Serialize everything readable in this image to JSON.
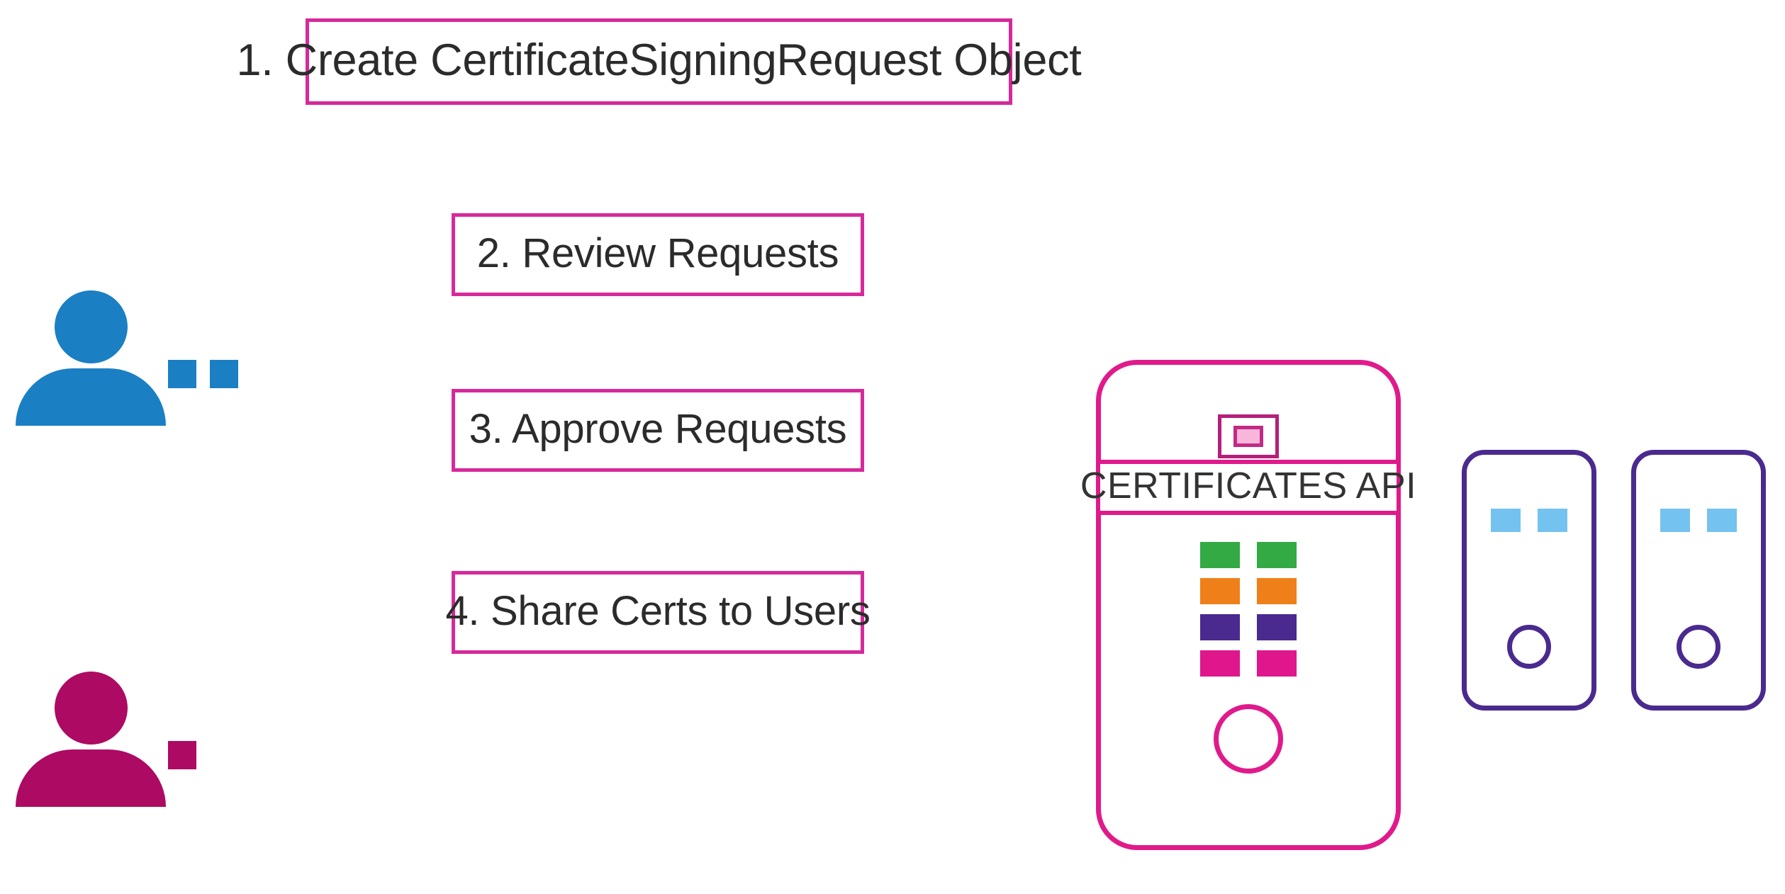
{
  "diagram": {
    "title": "Kubernetes CertificateSigningRequest workflow",
    "background": "#ffffff"
  },
  "colors": {
    "accent_pink": "#d6299a",
    "device_pink": "#e01a8b",
    "admin_blue": "#1b7fc4",
    "user_magenta": "#ad0a63",
    "server_purple": "#4a2a8f",
    "server_light_blue": "#74c2ef",
    "tile_green": "#33aa44",
    "tile_orange": "#ef8019",
    "tile_purple": "#4a2a8f",
    "tile_magenta": "#e0168c",
    "text_dark": "#2b2b2b"
  },
  "steps": [
    {
      "id": "step-1",
      "label": "1. Create CertificateSigningRequest Object"
    },
    {
      "id": "step-2",
      "label": "2. Review Requests"
    },
    {
      "id": "step-3",
      "label": "3. Approve Requests"
    },
    {
      "id": "step-4",
      "label": "4. Share Certs to Users"
    }
  ],
  "actors": {
    "admin": {
      "icon": "person-icon",
      "color": "#1b7fc4",
      "dots": 2
    },
    "user": {
      "icon": "person-icon",
      "color": "#ad0a63",
      "dots": 1
    }
  },
  "device": {
    "icon": "mobile-device-icon",
    "top_icon": "camera-icon",
    "banner_label": "CERTIFICATES API",
    "home_button": "home-circle-icon",
    "tiles": [
      {
        "row": 1,
        "col": 1,
        "color": "#33aa44"
      },
      {
        "row": 1,
        "col": 2,
        "color": "#33aa44"
      },
      {
        "row": 2,
        "col": 1,
        "color": "#ef8019"
      },
      {
        "row": 2,
        "col": 2,
        "color": "#ef8019"
      },
      {
        "row": 3,
        "col": 1,
        "color": "#4a2a8f"
      },
      {
        "row": 3,
        "col": 2,
        "color": "#4a2a8f"
      },
      {
        "row": 4,
        "col": 1,
        "color": "#e0168c"
      },
      {
        "row": 4,
        "col": 2,
        "color": "#e0168c"
      }
    ]
  },
  "servers": [
    {
      "id": "server-node-1",
      "lights": 2,
      "port": "port-circle-icon"
    },
    {
      "id": "server-node-2",
      "lights": 2,
      "port": "port-circle-icon"
    }
  ]
}
